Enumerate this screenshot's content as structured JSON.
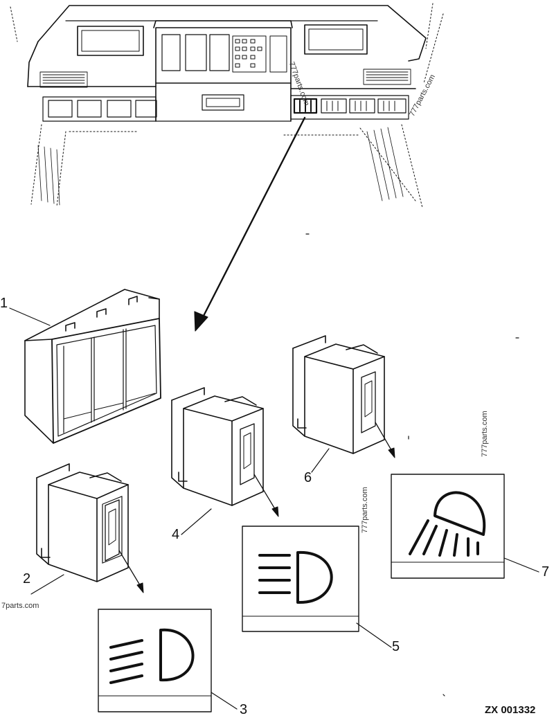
{
  "callouts": {
    "c1": "1",
    "c2": "2",
    "c3": "3",
    "c4": "4",
    "c5": "5",
    "c6": "6",
    "c7": "7"
  },
  "watermarks": {
    "w1": "777parts.com",
    "w2": "777parts.com",
    "w3": "777parts.com",
    "w4": "777parts.com",
    "w5": "7parts.com"
  },
  "drawing_code": "ZX 001332",
  "icons": {
    "dashboard": "dashboard-icon",
    "switch_housing": "switch-housing-icon",
    "rocker_switch": "rocker-switch-icon",
    "dipped_beam": "dipped-beam-symbol-icon",
    "main_beam": "main-beam-symbol-icon",
    "work_light": "work-light-symbol-icon",
    "pointer_arrow": "pointer-arrow-icon"
  }
}
